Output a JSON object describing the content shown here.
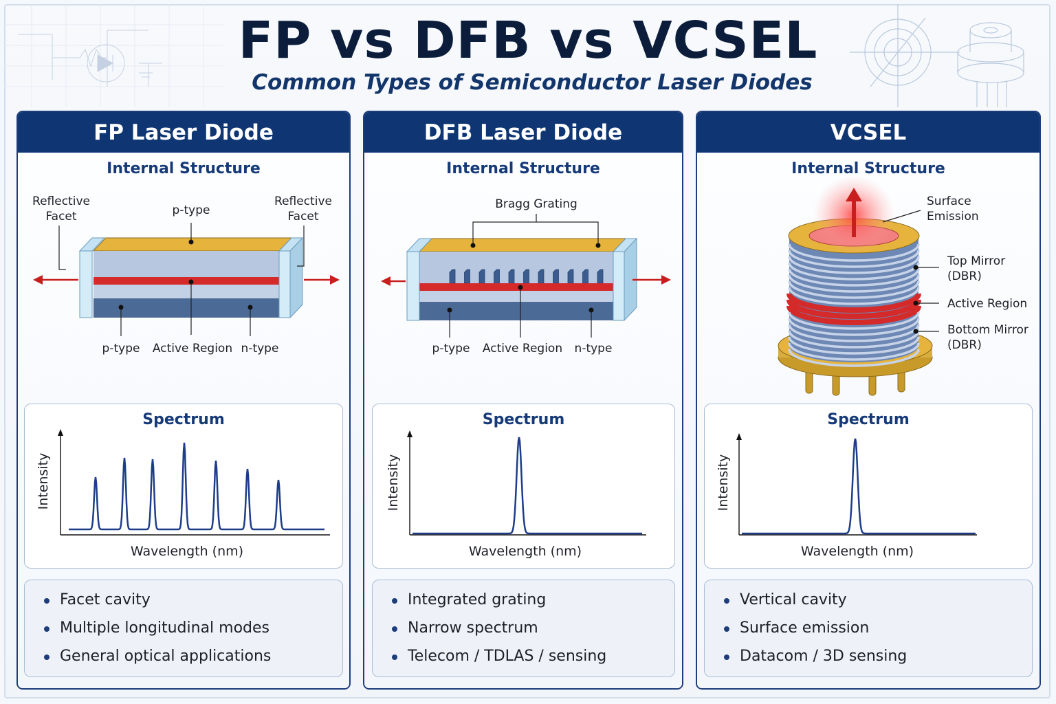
{
  "header": {
    "title": "FP vs DFB vs VCSEL",
    "subtitle": "Common Types of Semiconductor Laser Diodes"
  },
  "colors": {
    "navy": "#0f3673",
    "active_region": "#d42a2a",
    "contact_gold": "#e6b43c",
    "spectrum_line": "#1d3d8a"
  },
  "panels": [
    {
      "title": "FP Laser Diode",
      "structure_title": "Internal Structure",
      "labels": {
        "facet_left": [
          "Reflective",
          "Facet"
        ],
        "facet_right": [
          "Reflective",
          "Facet"
        ],
        "top": "p-type",
        "bottom_left": "p-type",
        "bottom_mid": "Active Region",
        "bottom_right": "n-type"
      },
      "spectrum_title": "Spectrum",
      "x_label": "Wavelength (nm)",
      "y_label": "Intensity",
      "features": [
        "Facet cavity",
        "Multiple longitudinal modes",
        "General optical applications"
      ]
    },
    {
      "title": "DFB Laser Diode",
      "structure_title": "Internal Structure",
      "labels": {
        "top": "Bragg Grating",
        "bottom_left": "p-type",
        "bottom_mid": "Active Region",
        "bottom_right": "n-type"
      },
      "spectrum_title": "Spectrum",
      "x_label": "Wavelength (nm)",
      "y_label": "Intensity",
      "features": [
        "Integrated grating",
        "Narrow spectrum",
        "Telecom / TDLAS / sensing"
      ]
    },
    {
      "title": "VCSEL",
      "structure_title": "Internal Structure",
      "labels": {
        "emission": [
          "Surface",
          "Emission"
        ],
        "top_mirror": [
          "Top Mirror",
          "(DBR)"
        ],
        "active": "Active Region",
        "bottom_mirror": [
          "Bottom Mirror",
          "(DBR)"
        ]
      },
      "spectrum_title": "Spectrum",
      "x_label": "Wavelength (nm)",
      "y_label": "Intensity",
      "features": [
        "Vertical cavity",
        "Surface emission",
        "Datacom / 3D sensing"
      ]
    }
  ]
}
